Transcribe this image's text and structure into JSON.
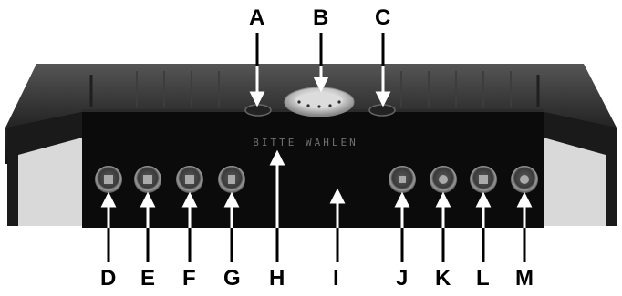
{
  "device": {
    "display_text": "BITTE WAHLEN"
  },
  "callouts": {
    "top": [
      "A",
      "B",
      "C"
    ],
    "panel": "H",
    "body": "I",
    "left_buttons": [
      "D",
      "E",
      "F",
      "G"
    ],
    "right_buttons": [
      "J",
      "K",
      "L",
      "M"
    ]
  },
  "colors": {
    "body_dark": "#111111",
    "body_light": "#d7d7d7",
    "panel": "#0b0b0b",
    "button_ring": "#8c8c8c",
    "callout": "#ffffff",
    "label": "#000000"
  }
}
